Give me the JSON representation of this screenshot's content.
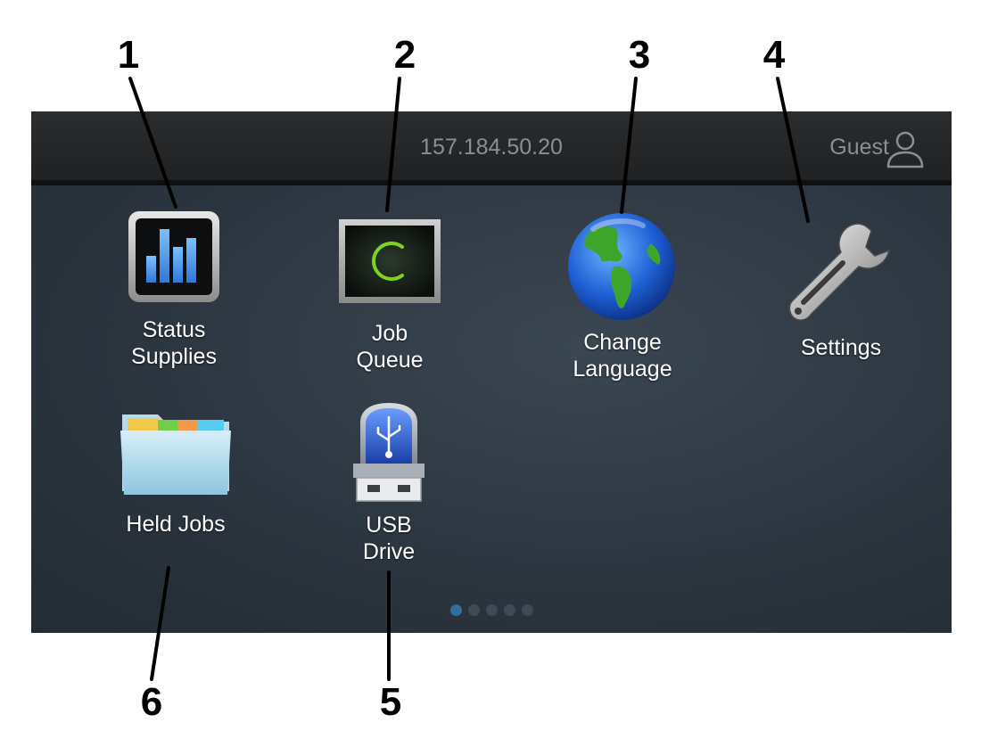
{
  "callouts": [
    "1",
    "2",
    "3",
    "4",
    "5",
    "6"
  ],
  "header": {
    "ip_address": "157.184.50.20",
    "user_label": "Guest"
  },
  "apps": [
    {
      "id": "status-supplies",
      "label": "Status\nSupplies",
      "icon": "bar-chart-icon"
    },
    {
      "id": "job-queue",
      "label": "Job\nQueue",
      "icon": "job-queue-icon"
    },
    {
      "id": "change-language",
      "label": "Change\nLanguage",
      "icon": "globe-icon"
    },
    {
      "id": "settings",
      "label": "Settings",
      "icon": "wrench-icon"
    },
    {
      "id": "held-jobs",
      "label": "Held Jobs",
      "icon": "folder-icon"
    },
    {
      "id": "usb-drive",
      "label": "USB\nDrive",
      "icon": "usb-drive-icon"
    }
  ],
  "pagination": {
    "pages": 5,
    "current": 1
  },
  "colors": {
    "screen_bg": "#2c3640",
    "topbar_bg": "#232527",
    "header_text": "#8a8f94",
    "active_dot": "#2f6f9a"
  }
}
